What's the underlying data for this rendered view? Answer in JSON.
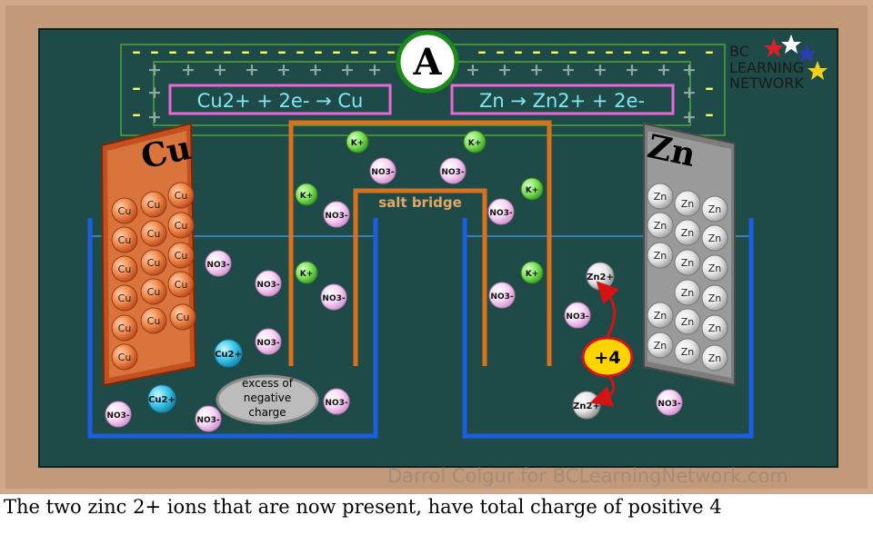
{
  "ammeter": {
    "label": "A"
  },
  "half_reactions": {
    "copper": "Cu2+ + 2e- → Cu",
    "zinc": "Zn → Zn2+ + 2e-"
  },
  "electrodes": {
    "copper": {
      "label": "Cu",
      "atom_label": "Cu"
    },
    "zinc": {
      "label": "Zn",
      "atom_label": "Zn"
    }
  },
  "salt_bridge": {
    "label": "salt bridge"
  },
  "ions": {
    "potassium": "K+",
    "nitrate": "NO3-",
    "copper_ion": "Cu2+",
    "zinc_ion": "Zn2+"
  },
  "signs": {
    "negative": "–",
    "positive": "+"
  },
  "callouts": {
    "excess_negative": [
      "excess of",
      "negative",
      "charge"
    ],
    "total_charge": "+4"
  },
  "logo": {
    "line1": "BC",
    "line2": "LEARNING",
    "line3": "NETWORK"
  },
  "watermark": "Darrol Colgur for BCLearningNetwork.com",
  "caption": "The two zinc 2+ ions that are now present, have total charge of positive 4",
  "colors": {
    "board": "#1e4a47",
    "frame": "#c29a7a",
    "beaker": "#1a5fe0",
    "salt_bridge": "#d9711c",
    "copper_electrode": "#c4501f",
    "zinc_electrode": "#9a9a9a",
    "potassium_ion": "#7ee05a",
    "nitrate_ion": "#f2c8f0",
    "copper_ion": "#3cc7e8",
    "zinc_ion": "#e6e6e6",
    "reaction_box": "#e86ad8",
    "total_charge_badge": "#ffd400"
  }
}
